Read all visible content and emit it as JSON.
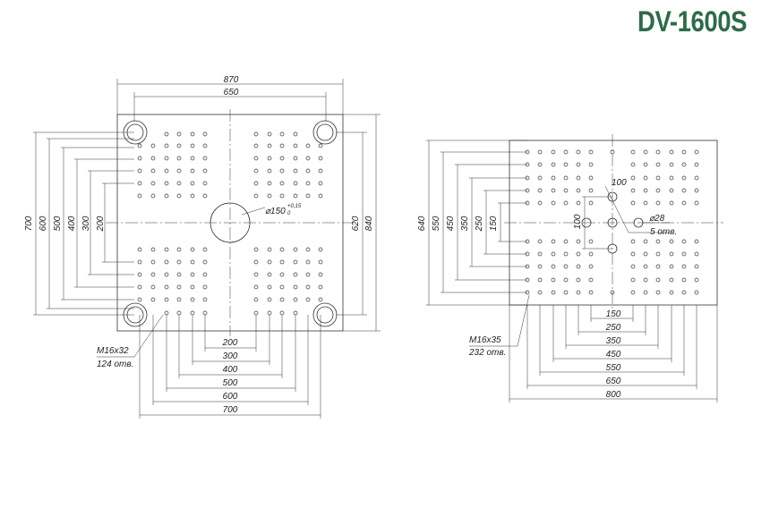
{
  "title": "DV-1600S",
  "colors": {
    "title": "#2e6b46",
    "line": "#333333"
  },
  "left_plate": {
    "overall_width": "870",
    "inner_width": "650",
    "dims_left": [
      "700",
      "600",
      "500",
      "400",
      "300",
      "200"
    ],
    "dim_right_inner": "620",
    "dim_right_outer": "840",
    "dims_bottom": [
      "200",
      "300",
      "400",
      "500",
      "600",
      "700"
    ],
    "center_hole_label": "⌀150",
    "tolerance_upper": "+0,15",
    "tolerance_lower": "0",
    "thread_label": "M16x32",
    "thread_count": "124 отв."
  },
  "right_plate": {
    "dims_left": [
      "640",
      "550",
      "450",
      "350",
      "250",
      "150"
    ],
    "dim_100_vertical": "100",
    "dim_100_diag": "100",
    "hole_label": "⌀28",
    "hole_count": "5 отв.",
    "thread_label": "M16x35",
    "thread_count": "232 отв.",
    "dims_bottom": [
      "150",
      "250",
      "350",
      "450",
      "550",
      "650",
      "800"
    ]
  }
}
